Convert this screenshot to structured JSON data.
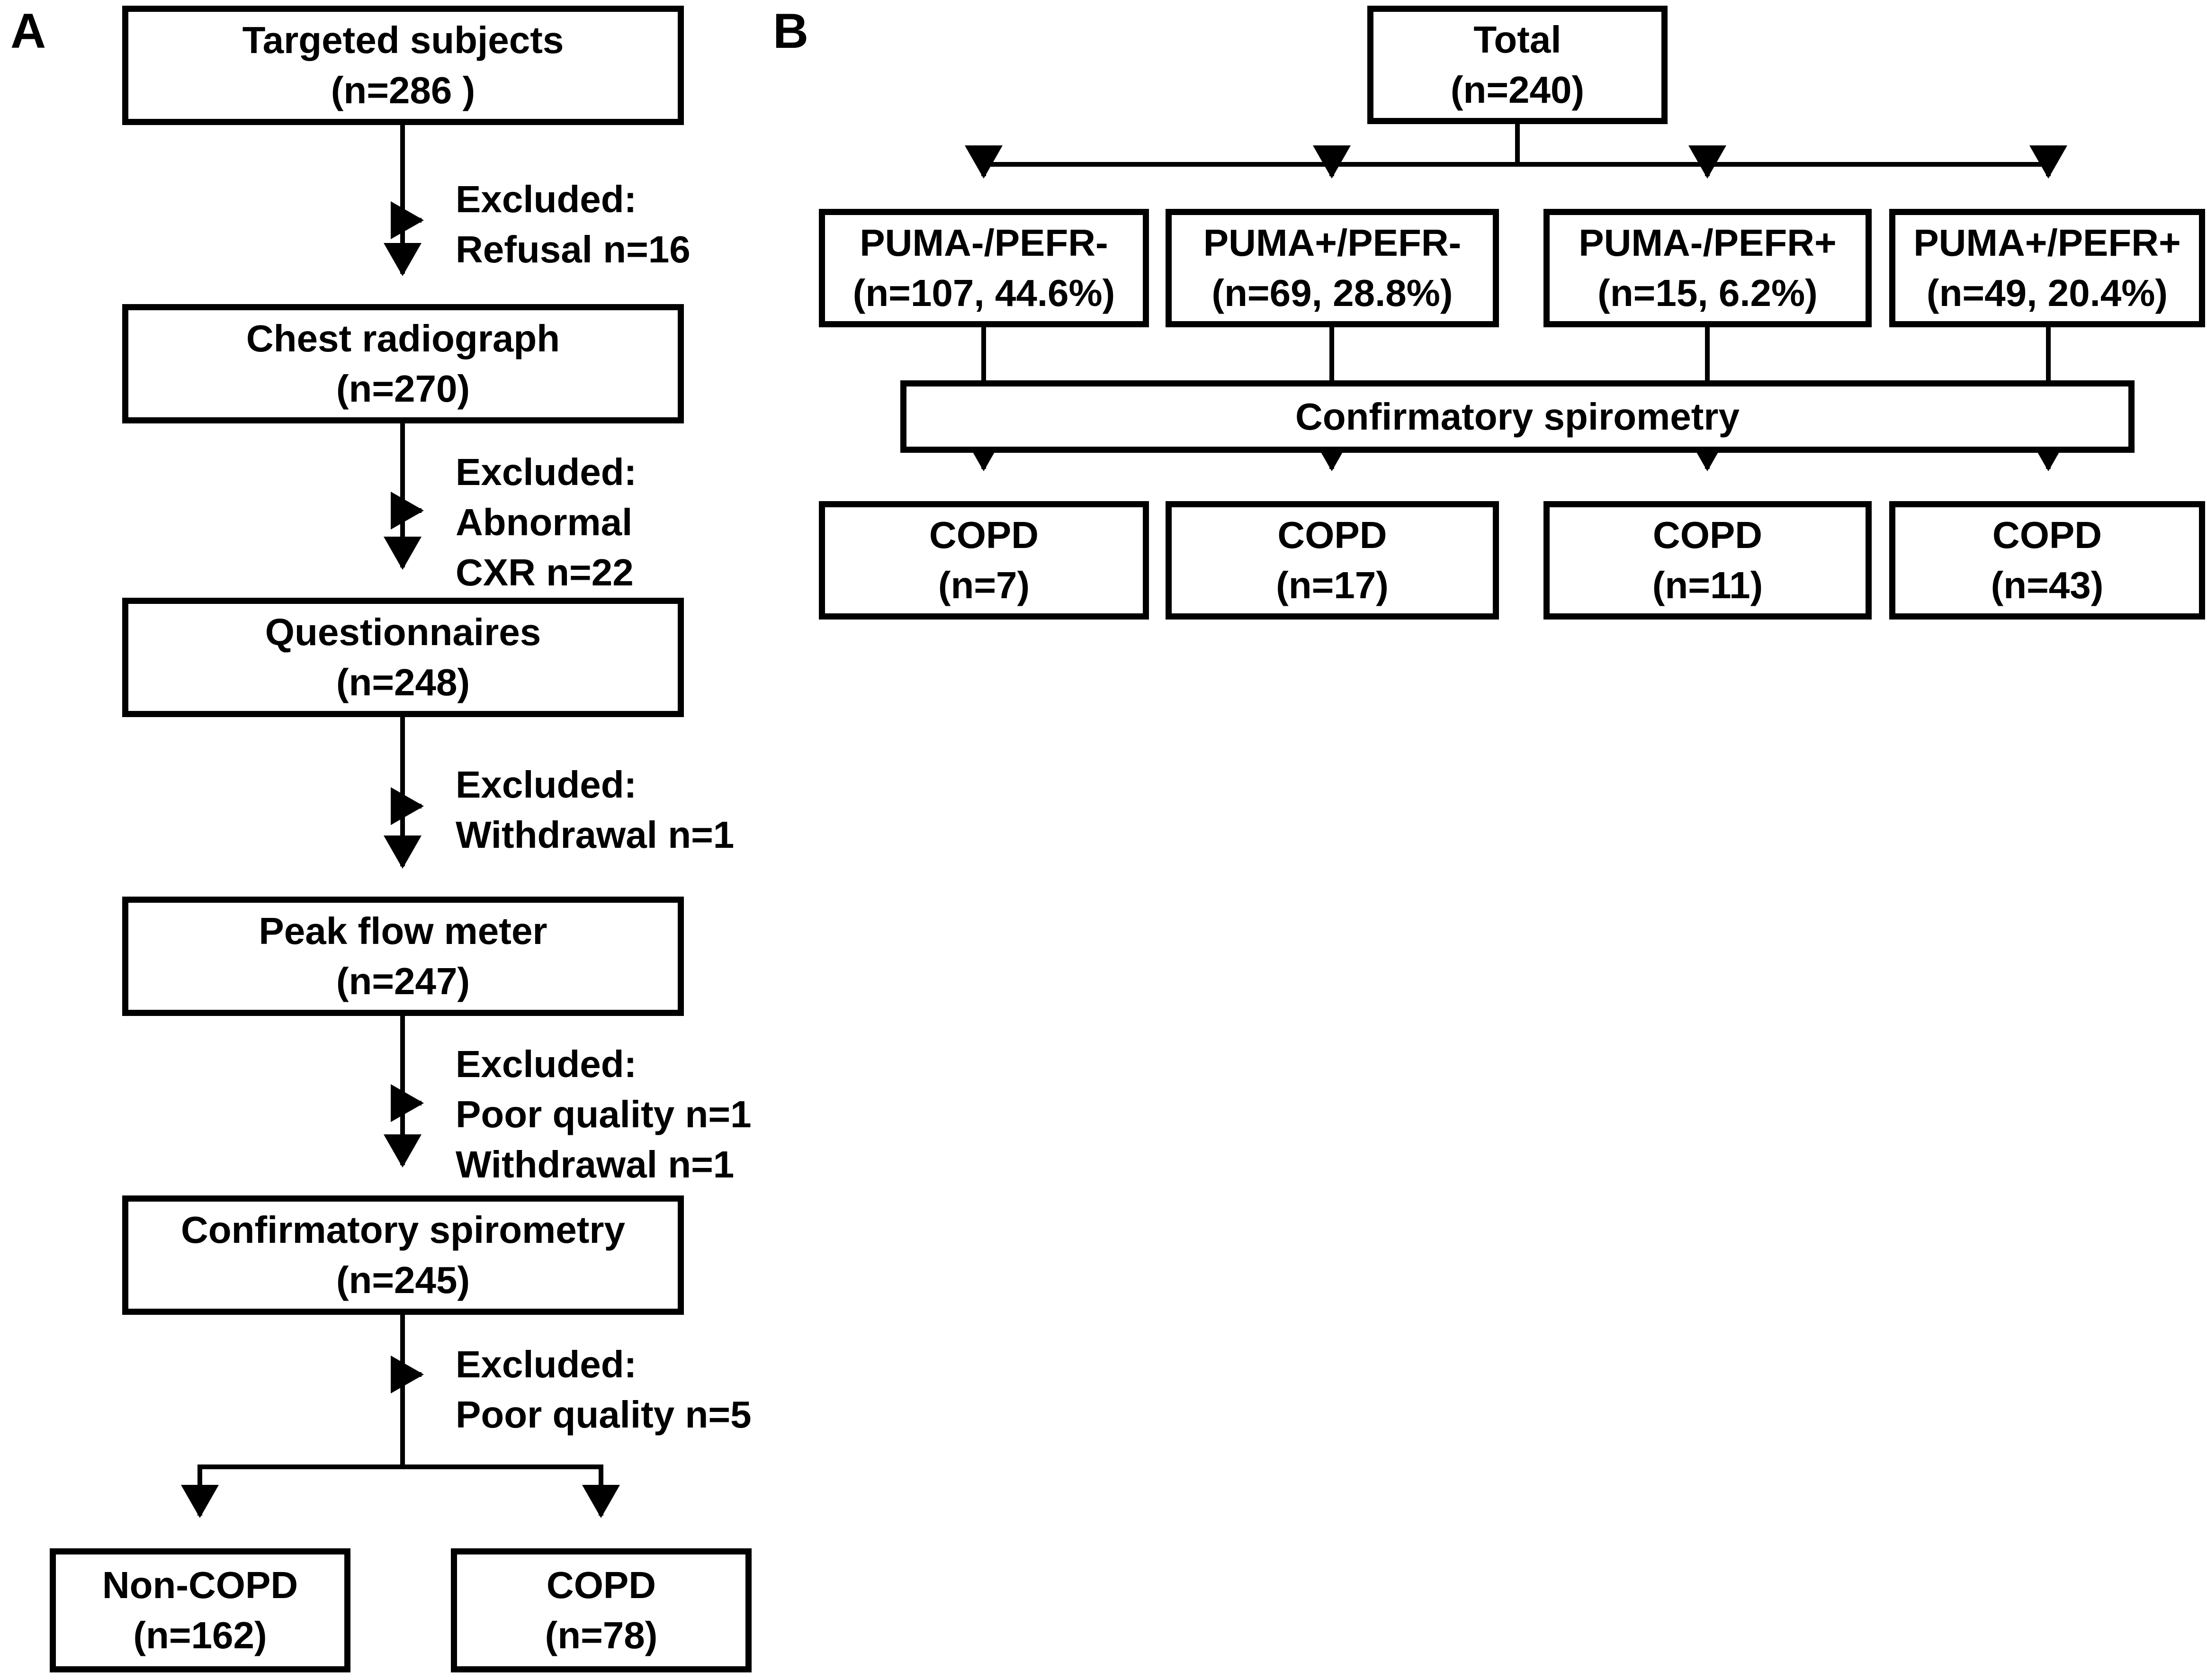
{
  "figure": {
    "panel_a_label": "A",
    "panel_b_label": "B"
  },
  "colors": {
    "line": "#000000",
    "background": "#ffffff",
    "text": "#000000"
  },
  "panel_a": {
    "boxes": [
      {
        "id": "targeted-subjects",
        "lines": [
          "Targeted subjects",
          "(n=286 )"
        ]
      },
      {
        "id": "chest-radiograph",
        "lines": [
          "Chest radiograph",
          "(n=270)"
        ]
      },
      {
        "id": "questionnaires",
        "lines": [
          "Questionnaires",
          "(n=248)"
        ]
      },
      {
        "id": "peak-flow-meter",
        "lines": [
          "Peak flow meter",
          "(n=247)"
        ]
      },
      {
        "id": "confirmatory-spirometry",
        "lines": [
          "Confirmatory spirometry",
          "(n=245)"
        ]
      },
      {
        "id": "non-copd",
        "lines": [
          "Non-COPD",
          "(n=162)"
        ]
      },
      {
        "id": "copd",
        "lines": [
          "COPD",
          "(n=78)"
        ]
      }
    ],
    "exclusions": [
      {
        "lines": [
          "Excluded:",
          "Refusal n=16"
        ]
      },
      {
        "lines": [
          "Excluded:",
          "Abnormal",
          "CXR n=22"
        ]
      },
      {
        "lines": [
          "Excluded:",
          "Withdrawal n=1"
        ]
      },
      {
        "lines": [
          "Excluded:",
          "Poor quality n=1",
          "Withdrawal n=1"
        ]
      },
      {
        "lines": [
          "Excluded:",
          "Poor quality n=5"
        ]
      }
    ]
  },
  "panel_b": {
    "total": {
      "lines": [
        "Total",
        "(n=240)"
      ]
    },
    "groups": [
      {
        "lines": [
          "PUMA-/PEFR-",
          "(n=107, 44.6%)"
        ]
      },
      {
        "lines": [
          "PUMA+/PEFR-",
          "(n=69, 28.8%)"
        ]
      },
      {
        "lines": [
          "PUMA-/PEFR+",
          "(n=15, 6.2%)"
        ]
      },
      {
        "lines": [
          "PUMA+/PEFR+",
          "(n=49, 20.4%)"
        ]
      }
    ],
    "spirometry_bar": {
      "lines": [
        "Confirmatory spirometry"
      ]
    },
    "outcomes": [
      {
        "lines": [
          "COPD",
          "(n=7)"
        ]
      },
      {
        "lines": [
          "COPD",
          "(n=17)"
        ]
      },
      {
        "lines": [
          "COPD",
          "(n=11)"
        ]
      },
      {
        "lines": [
          "COPD",
          "(n=43)"
        ]
      }
    ]
  }
}
